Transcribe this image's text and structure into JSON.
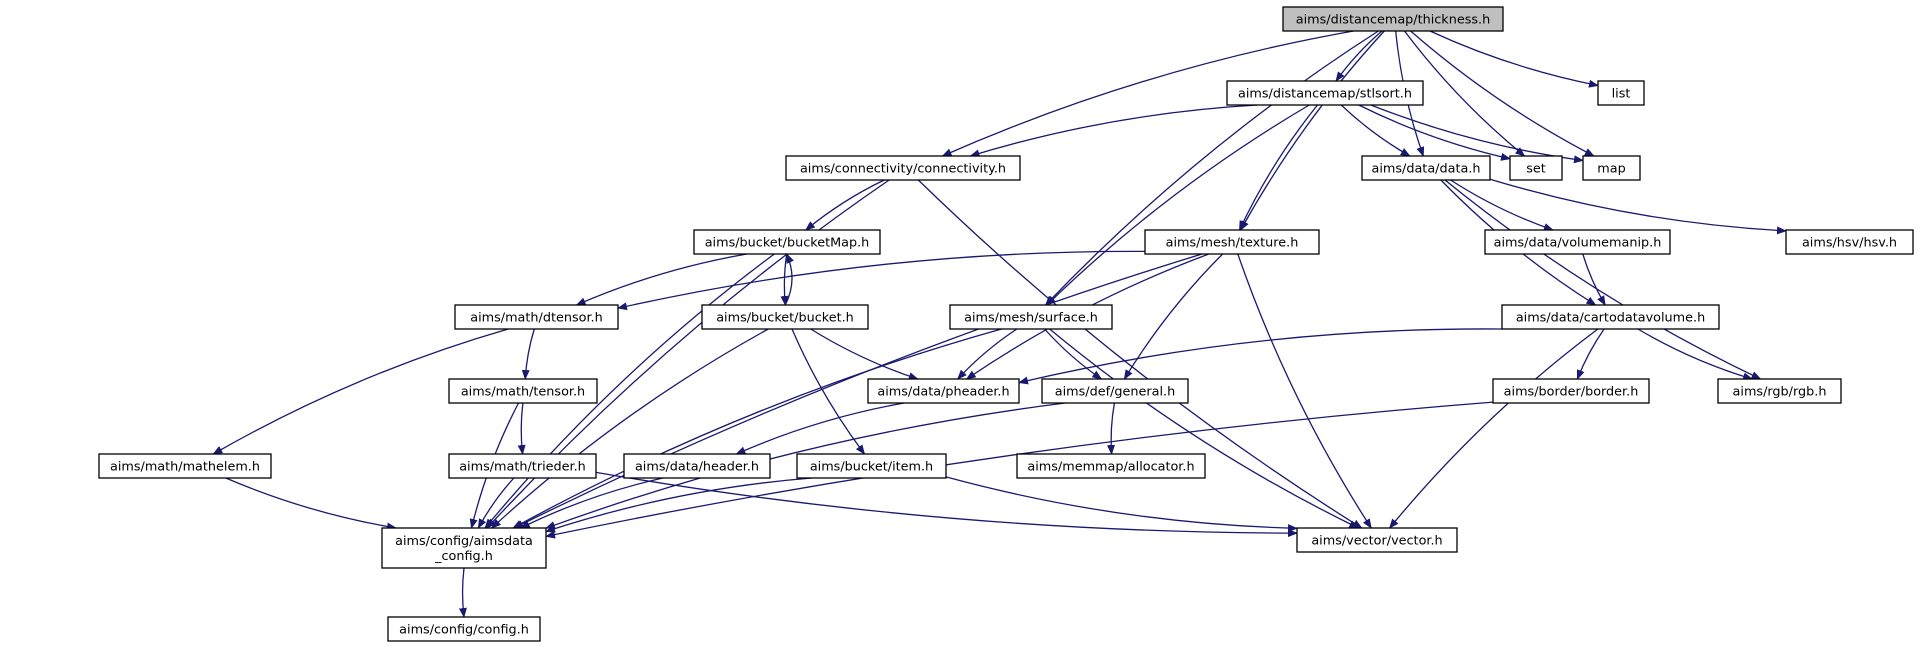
{
  "colors": {
    "edge": "#191970",
    "root_fill": "#bfbfbf",
    "node_fill": "#ffffff",
    "node_border": "#000000",
    "external_border": "#bfbfbf"
  },
  "nodes": [
    {
      "id": "thickness",
      "label": "aims/distancemap/thickness.h",
      "kind": "root"
    },
    {
      "id": "stlsort",
      "label": "aims/distancemap/stlsort.h",
      "kind": "file"
    },
    {
      "id": "list",
      "label": "list",
      "kind": "external"
    },
    {
      "id": "connectivity",
      "label": "aims/connectivity/connectivity.h",
      "kind": "file"
    },
    {
      "id": "datah",
      "label": "aims/data/data.h",
      "kind": "file"
    },
    {
      "id": "set",
      "label": "set",
      "kind": "external"
    },
    {
      "id": "map",
      "label": "map",
      "kind": "external"
    },
    {
      "id": "bucketmap",
      "label": "aims/bucket/bucketMap.h",
      "kind": "file"
    },
    {
      "id": "texture",
      "label": "aims/mesh/texture.h",
      "kind": "file"
    },
    {
      "id": "volumemanip",
      "label": "aims/data/volumemanip.h",
      "kind": "file"
    },
    {
      "id": "hsv",
      "label": "aims/hsv/hsv.h",
      "kind": "file"
    },
    {
      "id": "dtensor",
      "label": "aims/math/dtensor.h",
      "kind": "file"
    },
    {
      "id": "bucket",
      "label": "aims/bucket/bucket.h",
      "kind": "file"
    },
    {
      "id": "surface",
      "label": "aims/mesh/surface.h",
      "kind": "file"
    },
    {
      "id": "cartodatavolume",
      "label": "aims/data/cartodatavolume.h",
      "kind": "file"
    },
    {
      "id": "tensor",
      "label": "aims/math/tensor.h",
      "kind": "file"
    },
    {
      "id": "pheader",
      "label": "aims/data/pheader.h",
      "kind": "file"
    },
    {
      "id": "general",
      "label": "aims/def/general.h",
      "kind": "file"
    },
    {
      "id": "border",
      "label": "aims/border/border.h",
      "kind": "file"
    },
    {
      "id": "rgb",
      "label": "aims/rgb/rgb.h",
      "kind": "file"
    },
    {
      "id": "mathelem",
      "label": "aims/math/mathelem.h",
      "kind": "file"
    },
    {
      "id": "trieder",
      "label": "aims/math/trieder.h",
      "kind": "file"
    },
    {
      "id": "header",
      "label": "aims/data/header.h",
      "kind": "file"
    },
    {
      "id": "item",
      "label": "aims/bucket/item.h",
      "kind": "file"
    },
    {
      "id": "allocator",
      "label": "aims/memmap/allocator.h",
      "kind": "file"
    },
    {
      "id": "aimsdata_config",
      "label": "aims/config/aimsdata\n_config.h",
      "kind": "file"
    },
    {
      "id": "vector",
      "label": "aims/vector/vector.h",
      "kind": "file"
    },
    {
      "id": "config",
      "label": "aims/config/config.h",
      "kind": "file"
    }
  ],
  "edges": [
    [
      "thickness",
      "stlsort"
    ],
    [
      "thickness",
      "list"
    ],
    [
      "thickness",
      "connectivity"
    ],
    [
      "thickness",
      "datah"
    ],
    [
      "thickness",
      "set"
    ],
    [
      "thickness",
      "map"
    ],
    [
      "thickness",
      "texture"
    ],
    [
      "thickness",
      "surface"
    ],
    [
      "stlsort",
      "connectivity"
    ],
    [
      "stlsort",
      "datah"
    ],
    [
      "stlsort",
      "set"
    ],
    [
      "stlsort",
      "map"
    ],
    [
      "stlsort",
      "texture"
    ],
    [
      "stlsort",
      "surface"
    ],
    [
      "connectivity",
      "bucketmap"
    ],
    [
      "connectivity",
      "aimsdata_config"
    ],
    [
      "connectivity",
      "vector"
    ],
    [
      "datah",
      "volumemanip"
    ],
    [
      "datah",
      "cartodatavolume"
    ],
    [
      "datah",
      "hsv"
    ],
    [
      "datah",
      "rgb"
    ],
    [
      "bucketmap",
      "bucket"
    ],
    [
      "bucketmap",
      "dtensor"
    ],
    [
      "bucketmap",
      "aimsdata_config"
    ],
    [
      "bucket",
      "bucketmap"
    ],
    [
      "bucket",
      "pheader"
    ],
    [
      "bucket",
      "item"
    ],
    [
      "bucket",
      "aimsdata_config"
    ],
    [
      "texture",
      "dtensor"
    ],
    [
      "texture",
      "pheader"
    ],
    [
      "texture",
      "general"
    ],
    [
      "texture",
      "aimsdata_config"
    ],
    [
      "texture",
      "vector"
    ],
    [
      "volumemanip",
      "cartodatavolume"
    ],
    [
      "dtensor",
      "tensor"
    ],
    [
      "dtensor",
      "mathelem"
    ],
    [
      "surface",
      "pheader"
    ],
    [
      "surface",
      "general"
    ],
    [
      "surface",
      "vector"
    ],
    [
      "surface",
      "aimsdata_config"
    ],
    [
      "cartodatavolume",
      "pheader"
    ],
    [
      "cartodatavolume",
      "border"
    ],
    [
      "cartodatavolume",
      "rgb"
    ],
    [
      "cartodatavolume",
      "vector"
    ],
    [
      "tensor",
      "trieder"
    ],
    [
      "tensor",
      "aimsdata_config"
    ],
    [
      "pheader",
      "header"
    ],
    [
      "general",
      "allocator"
    ],
    [
      "general",
      "aimsdata_config"
    ],
    [
      "border",
      "aimsdata_config"
    ],
    [
      "mathelem",
      "aimsdata_config"
    ],
    [
      "trieder",
      "aimsdata_config"
    ],
    [
      "trieder",
      "vector"
    ],
    [
      "header",
      "aimsdata_config"
    ],
    [
      "item",
      "aimsdata_config"
    ],
    [
      "item",
      "vector"
    ],
    [
      "aimsdata_config",
      "config"
    ]
  ]
}
